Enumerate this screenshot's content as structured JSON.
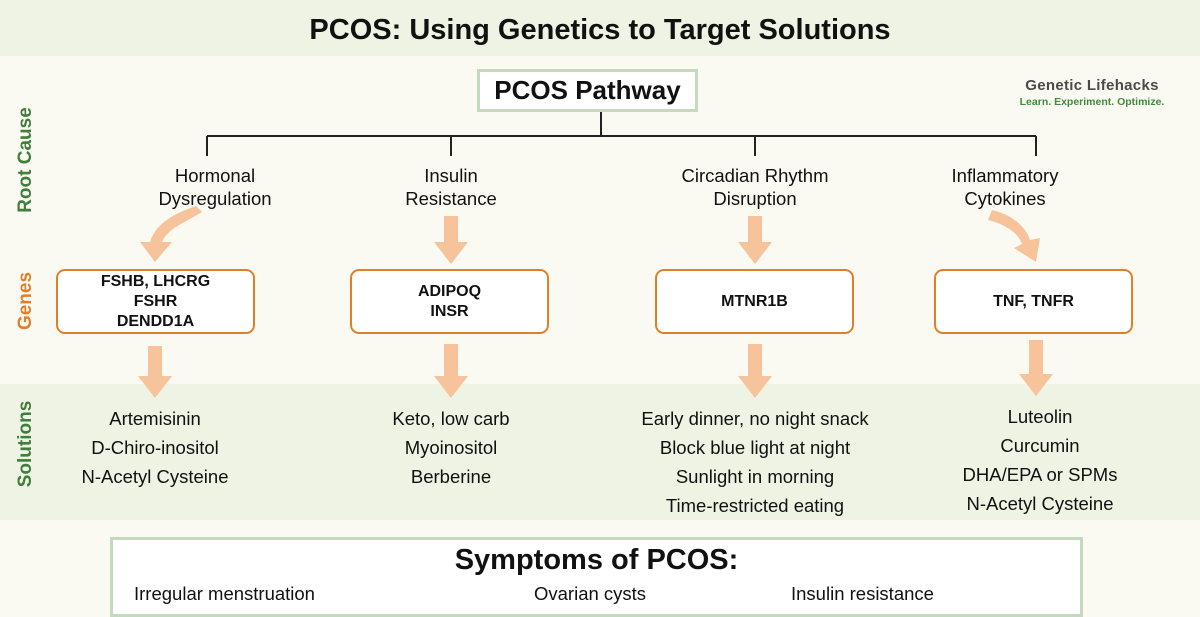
{
  "title": "PCOS: Using Genetics to Target Solutions",
  "pathway_label": "PCOS Pathway",
  "brand": {
    "name": "Genetic Lifehacks",
    "tagline": "Learn. Experiment. Optimize."
  },
  "side_labels": {
    "root_cause": "Root Cause",
    "genes": "Genes",
    "solutions": "Solutions"
  },
  "columns": [
    {
      "cause": [
        "Hormonal",
        "Dysregulation"
      ],
      "genes": [
        "FSHB, LHCRG",
        "FSHR",
        "DENDD1A"
      ],
      "solutions": [
        "Artemisinin",
        "D-Chiro-inositol",
        "N-Acetyl Cysteine"
      ]
    },
    {
      "cause": [
        "Insulin",
        "Resistance"
      ],
      "genes": [
        "ADIPOQ",
        "INSR"
      ],
      "solutions": [
        "Keto, low carb",
        "Myoinositol",
        "Berberine"
      ]
    },
    {
      "cause": [
        "Circadian Rhythm",
        "Disruption"
      ],
      "genes": [
        "MTNR1B"
      ],
      "solutions": [
        "Early dinner, no night snack",
        "Block blue light at night",
        "Sunlight in morning",
        "Time-restricted eating"
      ]
    },
    {
      "cause": [
        "Inflammatory",
        "Cytokines"
      ],
      "genes": [
        "TNF, TNFR"
      ],
      "solutions": [
        "Luteolin",
        "Curcumin",
        "DHA/EPA or SPMs",
        "N-Acetyl Cysteine"
      ]
    }
  ],
  "symptoms": {
    "title": "Symptoms of PCOS:",
    "items": [
      "Irregular menstruation",
      "Ovarian cysts",
      "Insulin resistance"
    ]
  },
  "colors": {
    "accent_orange": "#e07f2a",
    "arrow": "#f6c39a",
    "green_text": "#3f7e3b",
    "band": "#eef3e4",
    "box_border_green": "#c5d9bf"
  }
}
